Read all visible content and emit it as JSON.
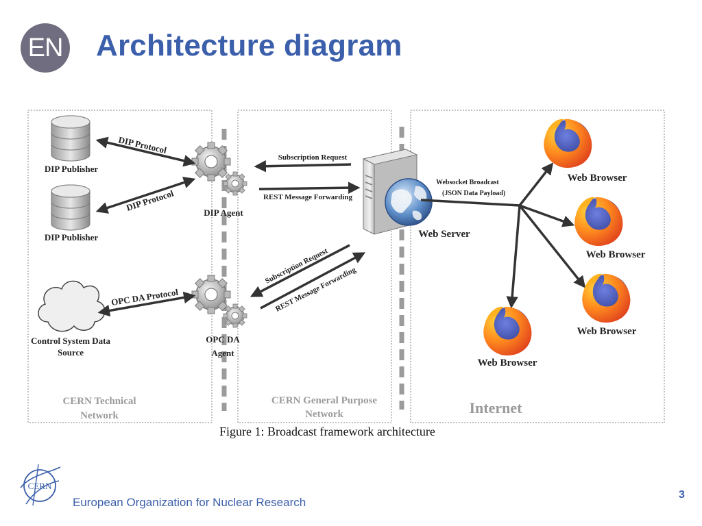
{
  "slide": {
    "title": "Architecture diagram",
    "logo_text": "EN",
    "footer_org": "European Organization for Nuclear Research",
    "page_number": "3",
    "cern_logo_text": "CERN"
  },
  "diagram": {
    "caption": "Figure 1: Broadcast framework architecture",
    "zones": {
      "technical": [
        "CERN Technical",
        "Network"
      ],
      "general": [
        "CERN General Purpose",
        "Network"
      ],
      "internet": "Internet"
    },
    "nodes": {
      "dip_publisher_1": "DIP Publisher",
      "dip_publisher_2": "DIP Publisher",
      "control_system": [
        "Control System Data",
        "Source"
      ],
      "dip_agent": "DIP Agent",
      "opc_agent": [
        "OPC DA",
        "Agent"
      ],
      "web_server": "Web Server",
      "browser_1": "Web Browser",
      "browser_2": "Web Browser",
      "browser_3": "Web Browser",
      "browser_4": "Web Browser"
    },
    "edges": {
      "dip_protocol_1": "DIP Protocol",
      "dip_protocol_2": "DIP Protocol",
      "opc_protocol": "OPC DA Protocol",
      "sub_request_top": "Subscription Request",
      "rest_top": "REST Message Forwarding",
      "sub_request_bottom": "Subscription Request",
      "rest_bottom": "REST Message Forwarding",
      "websocket": "Websocket Broadcast",
      "websocket_payload": "(JSON Data Payload)"
    },
    "colors": {
      "arrow": "#333333",
      "zone_border": "#999999",
      "zone_label": "#9a9a9a",
      "firefox_orange": "#e8641c",
      "firefox_globe": "#3a4bb0",
      "title_blue": "#3b5fab"
    }
  }
}
